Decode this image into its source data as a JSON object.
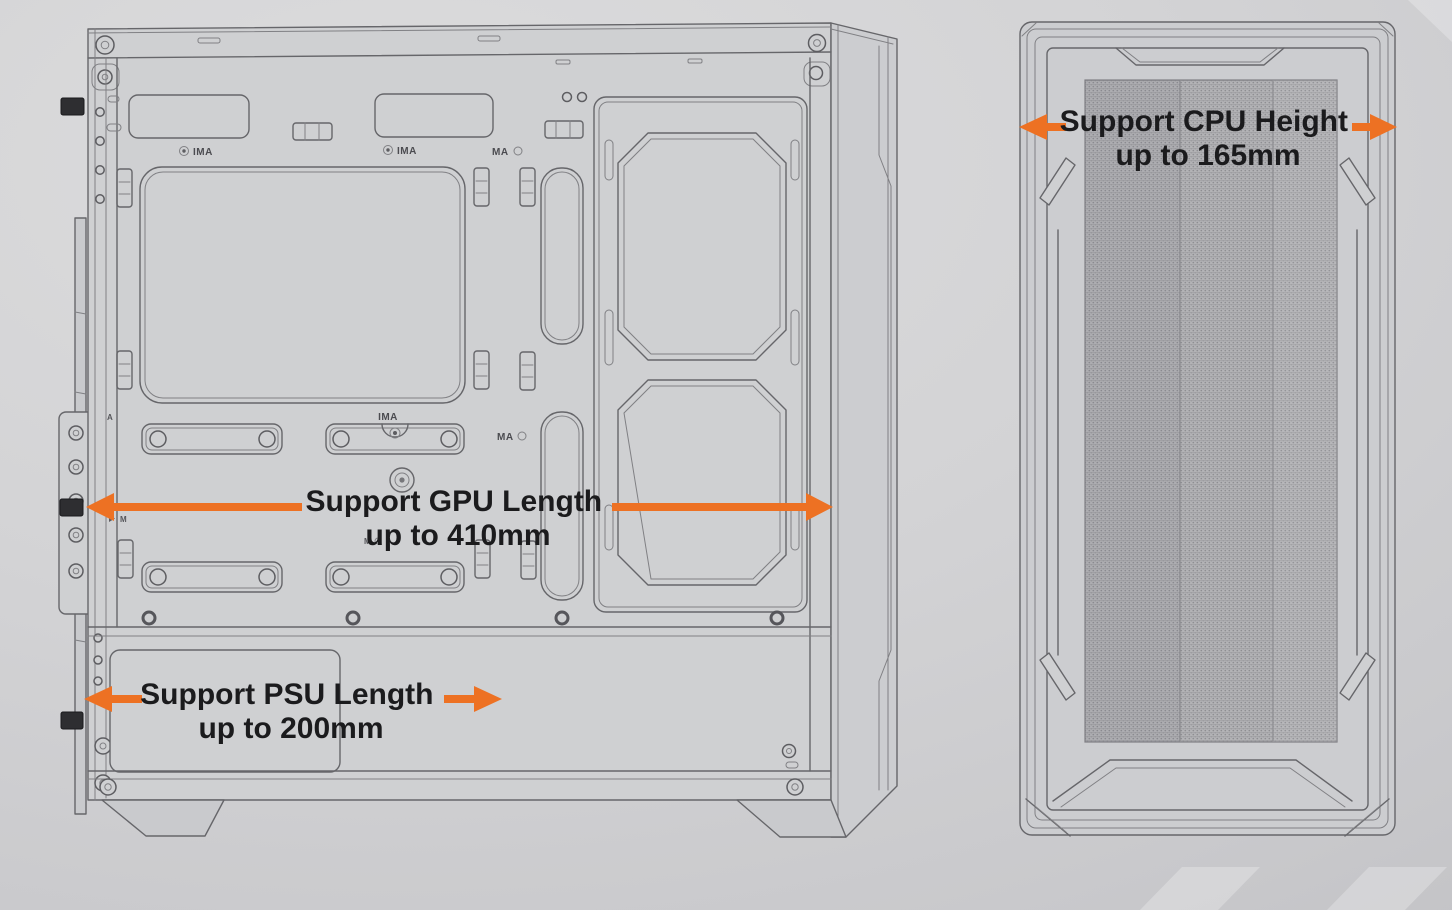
{
  "colors": {
    "accent": "#ed7123",
    "diagram_line": "#66666a",
    "label_text": "#1b1b1d",
    "background_top": "#dcdcdd",
    "background_bottom": "#bfbfc2"
  },
  "annotations": {
    "gpu_length": {
      "line1": "Support GPU Length",
      "line2": "up to 410mm"
    },
    "psu_length": {
      "line1": "Support PSU Length",
      "line2": "up to 200mm"
    },
    "cpu_height": {
      "line1": "Support CPU Height",
      "line2": "up to 165mm"
    }
  },
  "engravings": {
    "ima": "IMA",
    "ma": "MA",
    "m": "M",
    "a": "A"
  }
}
